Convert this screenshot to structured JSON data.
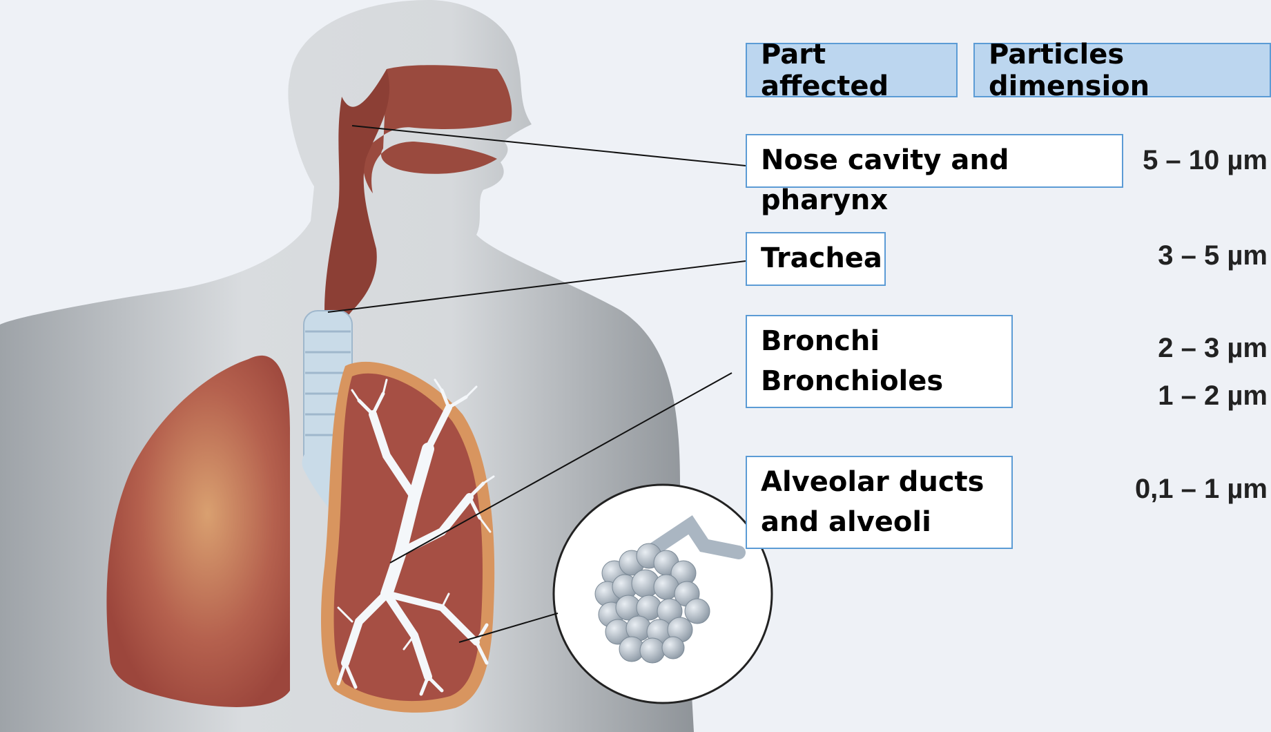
{
  "table": {
    "header_part": "Part affected",
    "header_dim": "Particles dimension"
  },
  "rows": [
    {
      "part": "Nose cavity and pharynx",
      "dim": "5 – 10 µm"
    },
    {
      "part": "Trachea",
      "dim": "3 – 5 µm"
    },
    {
      "part_lines": [
        "Bronchi",
        "Bronchioles"
      ],
      "dims": [
        "2 – 3 µm",
        "1 – 2 µm"
      ]
    },
    {
      "part_lines": [
        "Alveolar ducts",
        "and alveoli"
      ],
      "dim": "0,1 – 1 µm"
    }
  ],
  "colors": {
    "header_fill": "#bcd6ef",
    "box_border": "#5b9bd5",
    "body_silhouette": "#c5c8cc",
    "airway": "#9a4a3e",
    "lung": "#a64f44",
    "bronchial_tree": "#ffffff",
    "alveoli": "#a9b4bf"
  }
}
